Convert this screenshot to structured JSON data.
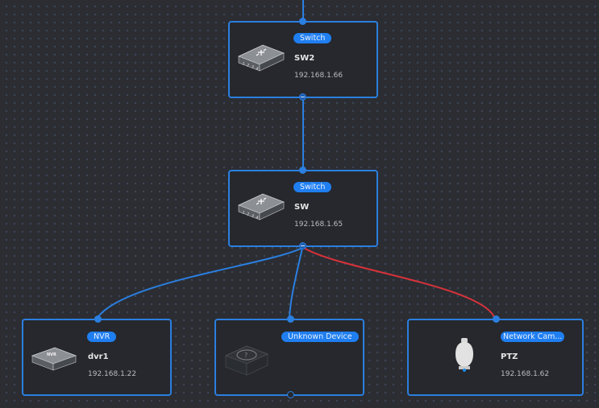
{
  "colors": {
    "background": "#2b2d33",
    "node_border": "#2b7fe0",
    "badge_bg": "#1f7ef0",
    "link_ok": "#2b7fe0",
    "link_alarm": "#d8323a"
  },
  "nodes": [
    {
      "id": "sw2",
      "type_label": "Switch",
      "name": "SW2",
      "ip": "192.168.1.66",
      "icon": "switch-icon"
    },
    {
      "id": "sw",
      "type_label": "Switch",
      "name": "SW",
      "ip": "192.168.1.65",
      "icon": "switch-icon"
    },
    {
      "id": "dvr1",
      "type_label": "NVR",
      "name": "dvr1",
      "ip": "192.168.1.22",
      "icon": "nvr-icon"
    },
    {
      "id": "unknown",
      "type_label": "Unknown Device",
      "name": "",
      "ip": "",
      "icon": "unknown-device-icon"
    },
    {
      "id": "ptz",
      "type_label": "Network Cam...",
      "name": "PTZ",
      "ip": "192.168.1.62",
      "icon": "ptz-camera-icon"
    }
  ],
  "links": [
    {
      "from": "upstream",
      "to": "sw2",
      "status": "normal"
    },
    {
      "from": "sw2",
      "to": "sw",
      "status": "normal"
    },
    {
      "from": "sw",
      "to": "dvr1",
      "status": "normal"
    },
    {
      "from": "sw",
      "to": "unknown",
      "status": "normal"
    },
    {
      "from": "sw",
      "to": "ptz",
      "status": "alarm"
    }
  ]
}
